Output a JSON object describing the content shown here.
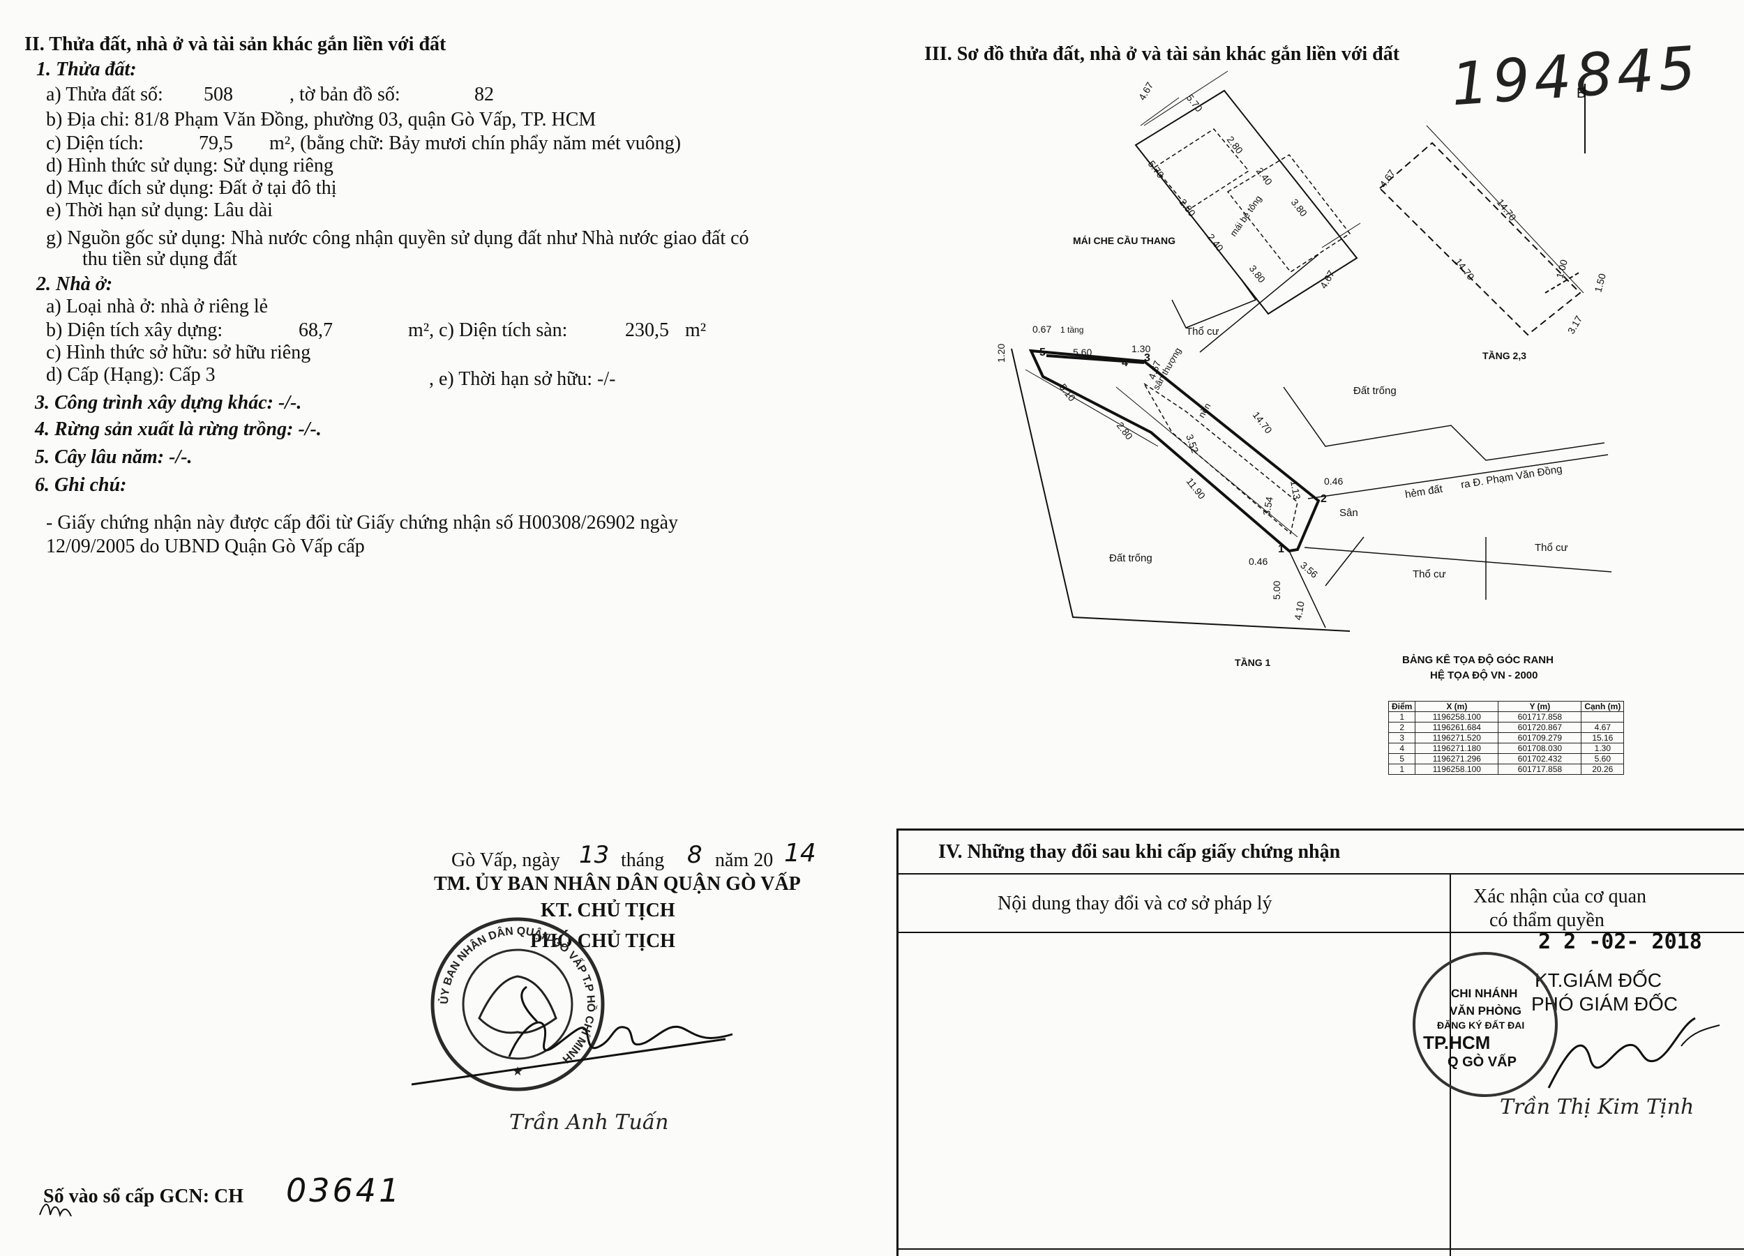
{
  "section2": {
    "title": "II. Thửa đất, nhà ở và tài sản khác gắn liền với đất",
    "land": {
      "heading": "1. Thửa đất:",
      "a_label": "a) Thửa đất số:",
      "a_value": "508",
      "a_map_label": ", tờ bản đồ số:",
      "a_map_value": "82",
      "b": "b) Địa chỉ: 81/8 Phạm Văn Đồng, phường 03, quận Gò Vấp, TP. HCM",
      "c_label": "c) Diện tích:",
      "c_value": "79,5",
      "c_unit": "m², (bằng chữ: Bảy mươi chín phẩy năm mét vuông)",
      "d1": "d) Hình thức sử dụng: Sử dụng riêng",
      "d2": "d) Mục đích sử dụng: Đất ở tại đô thị",
      "e": "e) Thời hạn sử dụng: Lâu dài",
      "g1": "g) Nguồn gốc sử dụng: Nhà nước công nhận quyền sử dụng đất như Nhà nước giao đất có",
      "g2": "thu tiền sử dụng đất"
    },
    "house": {
      "heading": "2. Nhà ở:",
      "a": "a) Loại nhà ở: nhà ở riêng lẻ",
      "b_label": "b) Diện tích xây dựng:",
      "b_value": "68,7",
      "b_unit": "m², c) Diện tích sàn:",
      "c_value": "230,5",
      "c_unit": "m²",
      "c_owner": "c) Hình thức sở hữu: sở hữu riêng",
      "d": "d) Cấp (Hạng): Cấp 3",
      "e": ", e) Thời hạn sở hữu: -/-"
    },
    "item3": "3. Công trình xây dựng khác: -/-.",
    "item4": "4. Rừng sản xuất là rừng trồng: -/-.",
    "item5": "5. Cây lâu năm: -/-.",
    "item6": "6. Ghi chú:",
    "note1": "- Giấy chứng nhận này được cấp đổi từ Giấy chứng nhận số H00308/26902 ngày",
    "note2": "12/09/2005 do UBND Quận Gò Vấp cấp"
  },
  "section3": {
    "title": "III. Sơ đồ thửa đất, nhà ở và tài sản khác gắn liền với đất",
    "handwritten_number": "194845",
    "labels": {
      "mai_che": "MÁI CHE CẦU THANG",
      "tang23": "TẦNG 2,3",
      "tang1": "TẦNG 1",
      "tho_cu": "Thổ cư",
      "dat_trong": "Đất trống",
      "hem": "hẻm đất",
      "ra_duong": "ra Đ. Phạm Văn Đồng",
      "san": "Sân",
      "san_thuong": "sân thượng",
      "tum": "mái bê tông",
      "nen": "nền",
      "north": "B"
    },
    "dims": {
      "d467": "4.67",
      "d570": "5.70",
      "d280": "2.80",
      "d240": "2.40",
      "d380": "3.80",
      "d1470": "14.70",
      "d100": "1.00",
      "d150": "1.50",
      "d317": "3.17",
      "d067": "0.67",
      "d120": "1.20",
      "d560": "5.60",
      "d130": "1.30",
      "d510": "5.10",
      "d352": "3.52",
      "d1190": "11.90",
      "d113": "1.13",
      "d046": "0.46",
      "d354": "3.54",
      "d356": "3.56",
      "d500": "5.00",
      "d410": "4.10",
      "mot_tang": "1 tầng"
    },
    "points": [
      "1",
      "2",
      "3",
      "4",
      "5"
    ],
    "table": {
      "title1": "BẢNG KÊ TỌA ĐỘ GÓC RANH",
      "title2": "HỆ TỌA ĐỘ VN - 2000",
      "headers": [
        "Điểm",
        "X (m)",
        "Y (m)",
        "Cạnh (m)"
      ],
      "rows": [
        [
          "1",
          "1196258.100",
          "601717.858",
          ""
        ],
        [
          "2",
          "1196261.684",
          "601720.867",
          "4.67"
        ],
        [
          "3",
          "1196271.520",
          "601709.279",
          "15.16"
        ],
        [
          "4",
          "1196271.180",
          "601708.030",
          "1.30"
        ],
        [
          "5",
          "1196271.296",
          "601702.432",
          "5.60"
        ],
        [
          "1",
          "1196258.100",
          "601717.858",
          "20.26"
        ]
      ]
    }
  },
  "signing": {
    "place": "Gò Vấp, ngày",
    "day": "13",
    "month_label": "tháng",
    "month": "8",
    "year_label": "năm 20",
    "year": "14",
    "org": "TM. ỦY BAN NHÂN DÂN QUẬN GÒ VẤP",
    "kt": "KT. CHỦ TỊCH",
    "role": "PHÓ CHỦ TỊCH",
    "signer": "Trần Anh Tuấn",
    "seal_text": "ỦY BAN NHÂN DÂN QUẬN GÒ VẤP T.P HỒ CHÍ MINH"
  },
  "register": {
    "label": "Số vào sổ cấp GCN: CH",
    "number": "03641"
  },
  "section4": {
    "title": "IV. Những thay đổi sau khi cấp giấy chứng nhận",
    "col1": "Nội dung thay đổi và cơ sở pháp lý",
    "col2a": "Xác nhận của cơ quan",
    "col2b": "có thẩm quyền",
    "date": "2 2 -02- 2018",
    "kt": "KT.GIÁM ĐỐC",
    "role": "PHÓ GIÁM ĐỐC",
    "signer": "Trần Thị Kim Tịnh",
    "seal1": "CHI NHÁNH",
    "seal2": "VĂN PHÒNG",
    "seal3": "ĐĂNG KÝ ĐẤT ĐAI",
    "seal4": "TP.HCM",
    "seal5": "Q GÒ VẤP"
  }
}
